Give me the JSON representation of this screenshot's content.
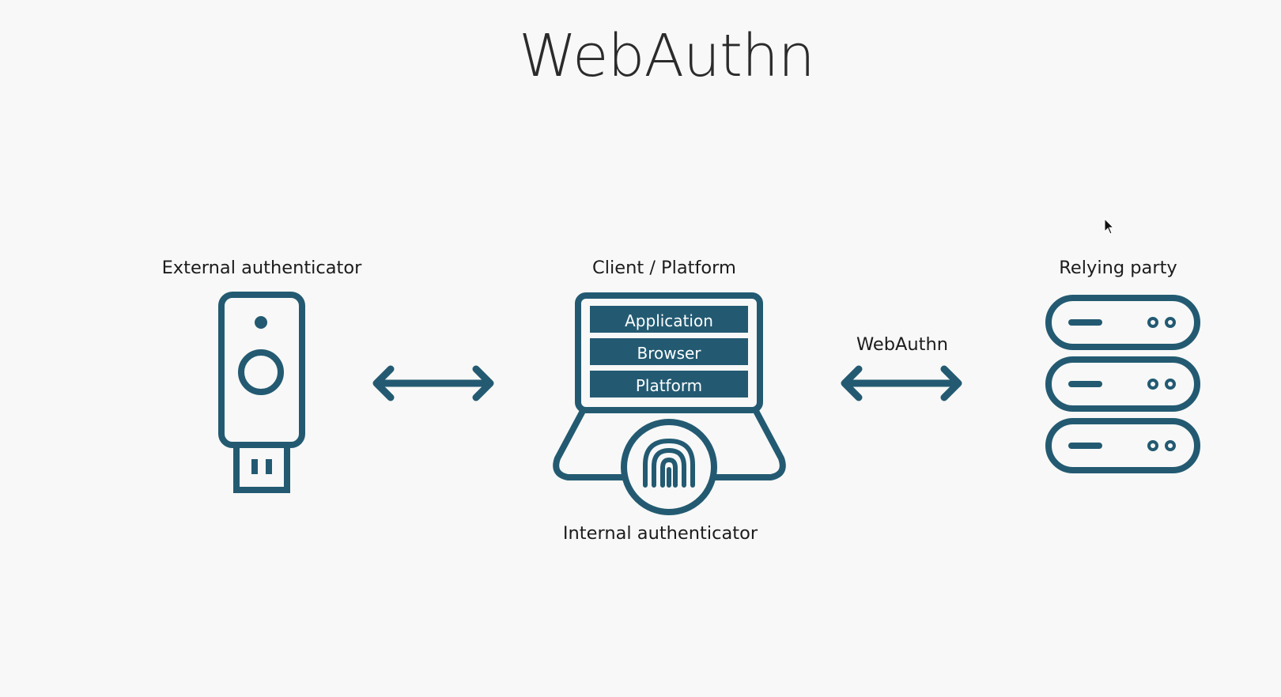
{
  "title": "WebAuthn",
  "labels": {
    "external_authenticator": "External authenticator",
    "client_platform": "Client / Platform",
    "relying_party": "Relying party",
    "protocol": "WebAuthn",
    "internal_authenticator": "Internal authenticator"
  },
  "client_stack": [
    "Application",
    "Browser",
    "Platform"
  ],
  "colors": {
    "background": "#f7f8f7",
    "icon": "#235a72",
    "text": "#1c1c1c"
  },
  "icons": {
    "external": "usb-security-key-icon",
    "client": "laptop-icon",
    "internal": "fingerprint-icon",
    "relying_party": "server-stack-icon",
    "arrow": "double-arrow-icon"
  }
}
